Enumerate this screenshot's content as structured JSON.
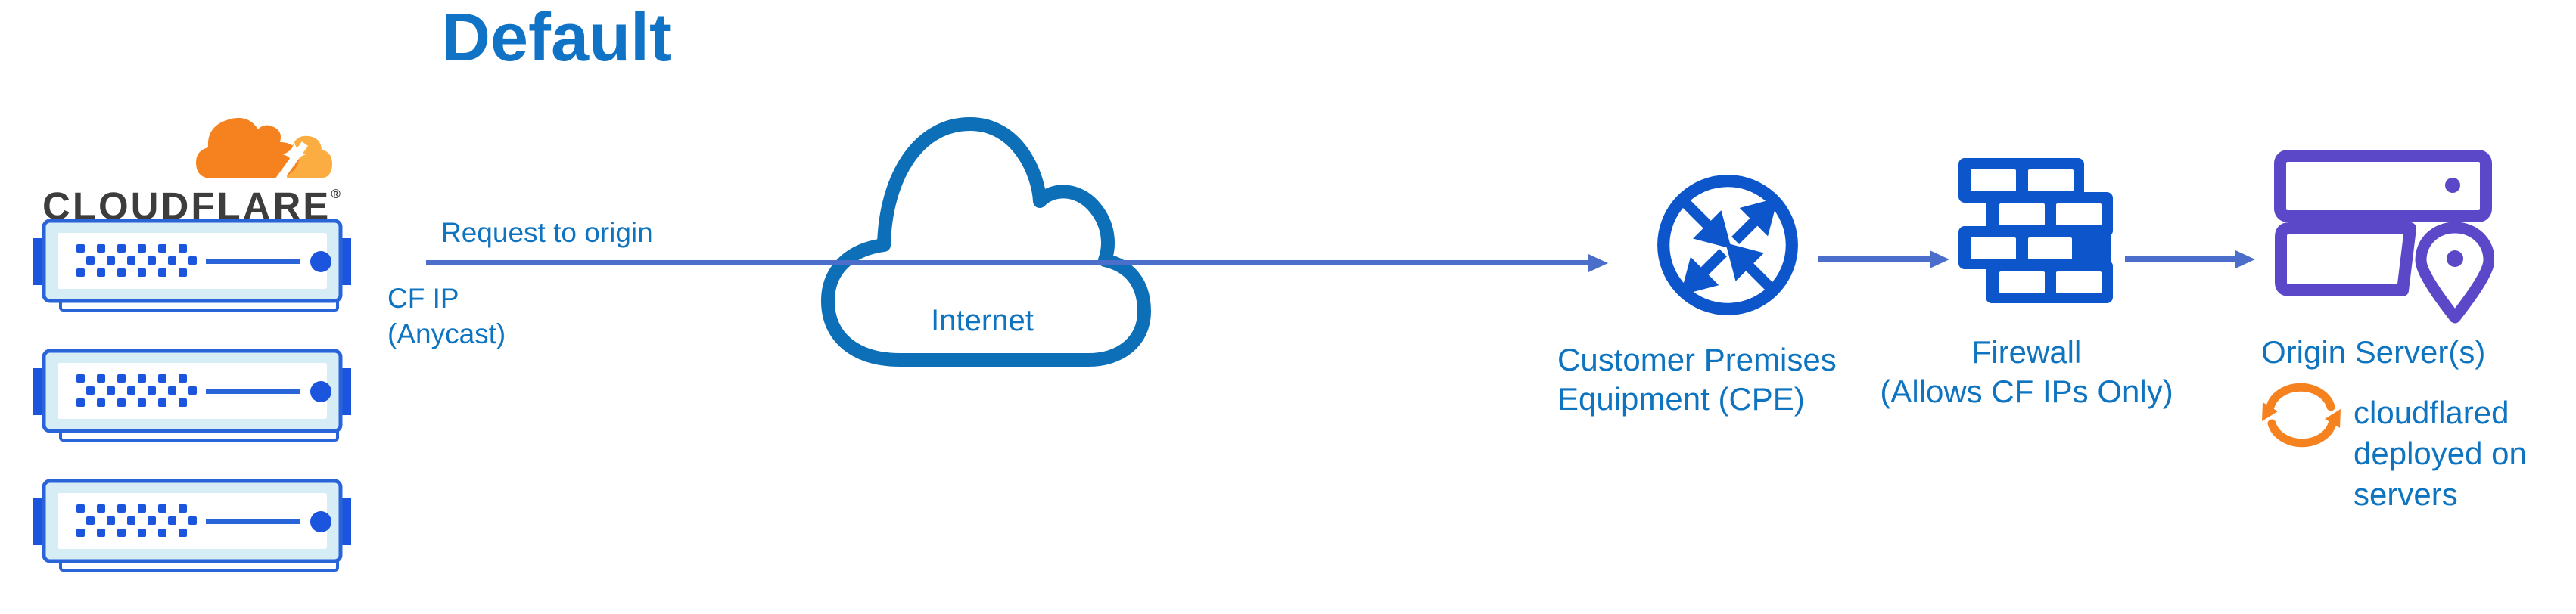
{
  "title": "Default",
  "brand": {
    "wordmark": "CLOUDFLARE",
    "registered_mark": "®"
  },
  "edge": {
    "server_count": 3
  },
  "flow": {
    "request_label": "Request to origin",
    "request_sublabel_lines": [
      "CF IP",
      "(Anycast)"
    ]
  },
  "nodes": {
    "internet": {
      "label": "Internet"
    },
    "cpe": {
      "label_lines": [
        "Customer Premises",
        "Equipment (CPE)"
      ]
    },
    "firewall": {
      "label_lines": [
        "Firewall",
        "(Allows CF IPs Only)"
      ]
    },
    "origin": {
      "label": "Origin Server(s)",
      "note_lines": [
        "cloudflared",
        "deployed on",
        "servers"
      ]
    }
  },
  "icons": {
    "brand_logo": "cloudflare-cloud-logo",
    "edge_servers": "server-rack-icon",
    "internet": "cloud-outline-icon",
    "cpe": "router-crossed-arrows-icon",
    "firewall": "brick-wall-icon",
    "origin": "server-location-pin-icon",
    "cloudflared": "sync-arrows-icon"
  },
  "colors": {
    "title_text": "#1173c5",
    "label_text": "#0e74c0",
    "arrow": "#4a6ec9",
    "icon_blue": "#0d55cb",
    "cloud_outline": "#0d6fb8",
    "server_border": "#2a64d9",
    "server_detail": "#1b55dd",
    "server_fill": "#d7edf6",
    "origin_purple": "#5b48c8",
    "brand_orange": "#f6821f",
    "brand_orange_light": "#fbad41",
    "wordmark_text": "#3d3d3d"
  }
}
